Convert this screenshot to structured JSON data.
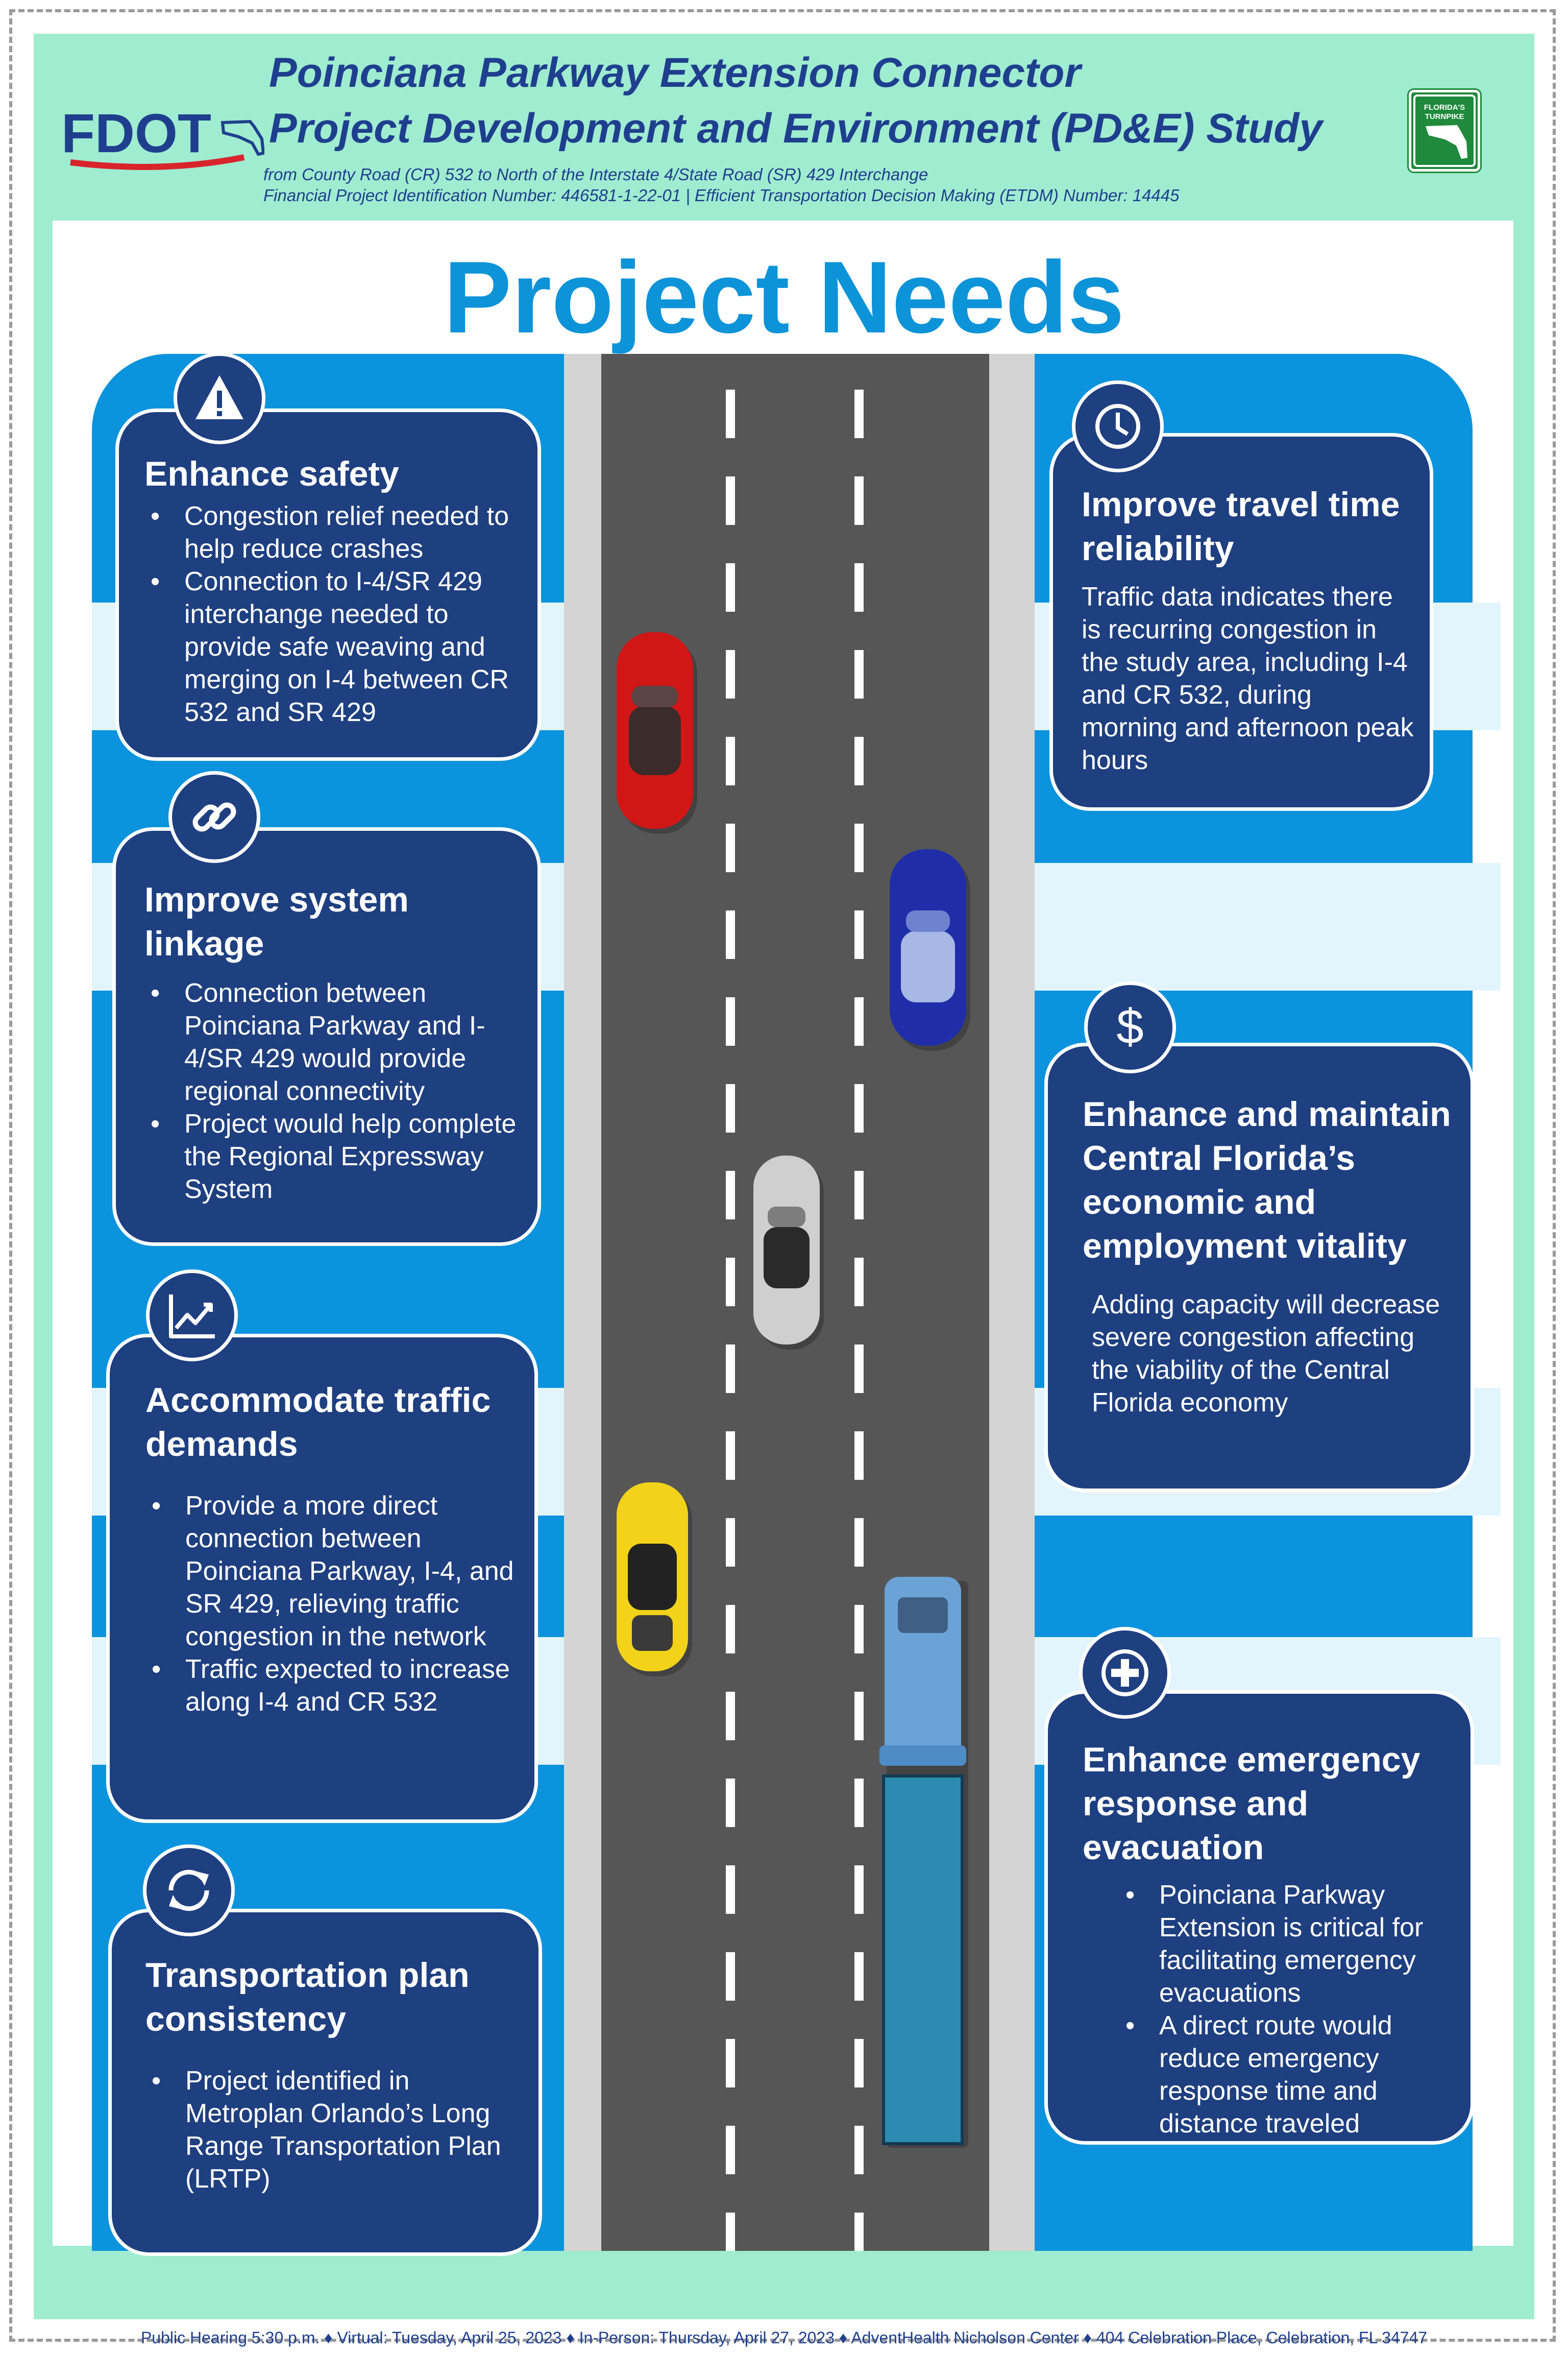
{
  "header": {
    "title_line1": "Poinciana Parkway Extension Connector",
    "title_line2": "Project Development and Environment (PD&E) Study",
    "subtitle_line1": "from County Road (CR) 532 to North of the Interstate 4/State Road (SR) 429 Interchange",
    "subtitle_line2": "Financial Project Identification Number: 446581-1-22-01 |  Efficient Transportation Decision Making (ETDM) Number: 14445",
    "logo_left_text": "FDOT",
    "logo_right_line1": "FLORIDA'S",
    "logo_right_line2": "TURNPIKE"
  },
  "page_title": "Project Needs",
  "colors": {
    "navy": "#1e3f80",
    "accent_blue": "#0c93dd",
    "mint": "#9fecd0",
    "road": "#565656"
  },
  "needs_left": [
    {
      "icon": "warning-icon",
      "title": "Enhance safety",
      "bullets": [
        "Congestion relief needed to help reduce crashes",
        "Connection to I-4/SR 429 interchange needed to provide safe weaving and merging on I-4 between CR 532 and SR 429"
      ]
    },
    {
      "icon": "link-icon",
      "title": "Improve system linkage",
      "bullets": [
        "Connection between Poinciana Parkway and I-4/SR 429 would provide regional connectivity",
        "Project would help complete the Regional Expressway System"
      ]
    },
    {
      "icon": "trend-chart-icon",
      "title": "Accommodate traffic demands",
      "bullets": [
        "Provide a more direct connection between Poinciana Parkway, I-4, and SR 429, relieving traffic congestion in the network",
        "Traffic expected to increase along I-4 and CR 532"
      ]
    },
    {
      "icon": "refresh-cycle-icon",
      "title": "Transportation plan consistency",
      "bullets": [
        "Project identified in Metroplan Orlando’s Long Range Transportation Plan (LRTP)"
      ]
    }
  ],
  "needs_right": [
    {
      "icon": "clock-icon",
      "title": "Improve travel time reliability",
      "text": "Traffic data indicates there is recurring congestion in the study area, including I-4 and CR 532, during morning and afternoon peak hours"
    },
    {
      "icon": "dollar-icon",
      "title": "Enhance and maintain Central Florida’s economic and employment vitality",
      "text": "Adding capacity will decrease severe congestion affecting the viability of the Central Florida economy"
    },
    {
      "icon": "medical-cross-icon",
      "title": "Enhance emergency response and evacuation",
      "bullets": [
        "Poinciana Parkway Extension is critical for facilitating emergency evacuations",
        "A direct route would reduce emergency response time and distance traveled"
      ]
    }
  ],
  "footer": "Public Hearing 5:30 p.m. ♦ Virtual: Tuesday, April 25, 2023 ♦ In-Person: Thursday, April 27, 2023 ♦  AdventHealth Nicholson Center ♦ 404 Celebration Place, Celebration, FL 34747"
}
